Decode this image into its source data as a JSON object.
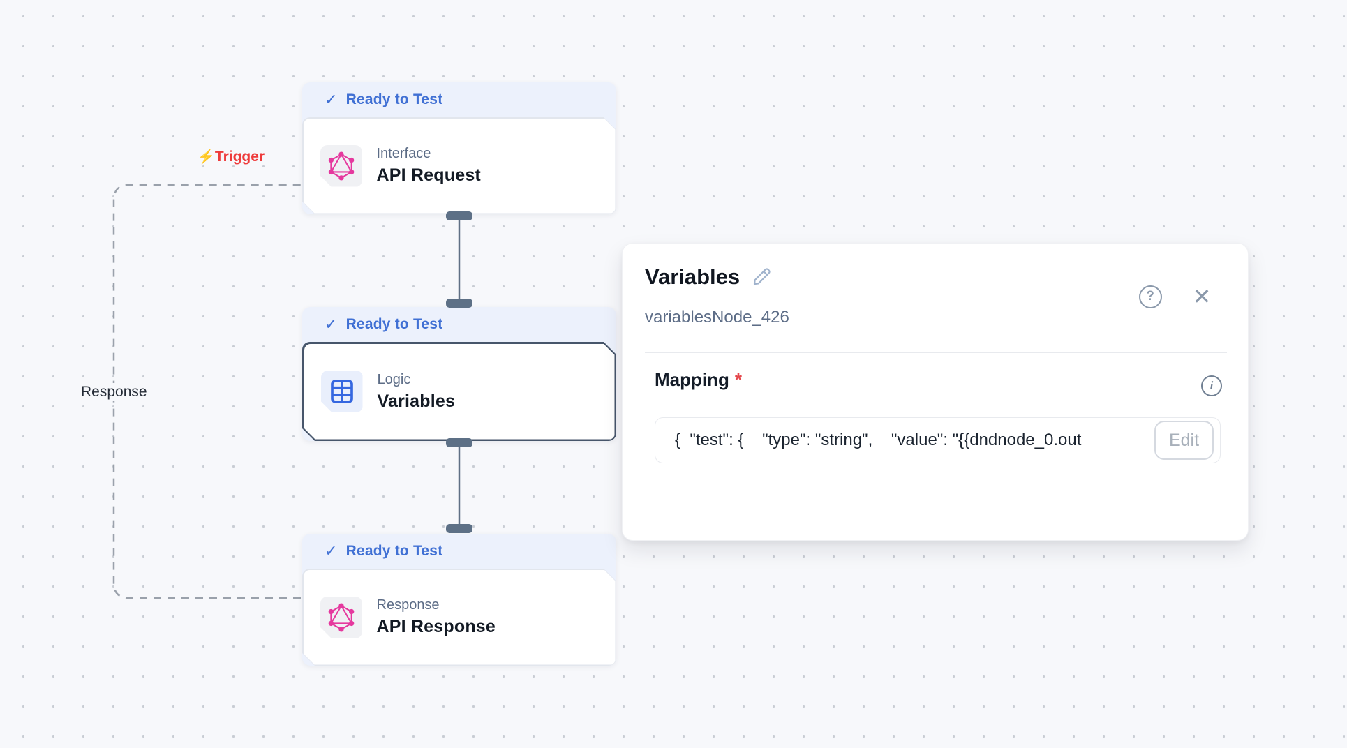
{
  "canvas": {
    "background": "#f7f8fb",
    "dot_color": "#c9cdd4"
  },
  "edge_labels": {
    "trigger": "Trigger",
    "response": "Response"
  },
  "icons": {
    "check": "✓",
    "bolt": "⚡",
    "close": "✕",
    "help": "?",
    "info": "i"
  },
  "nodes": [
    {
      "status": "Ready to Test",
      "category": "Interface",
      "title": "API Request",
      "icon": "graphql-icon",
      "selected": false
    },
    {
      "status": "Ready to Test",
      "category": "Logic",
      "title": "Variables",
      "icon": "table-icon",
      "selected": true
    },
    {
      "status": "Ready to Test",
      "category": "Response",
      "title": "API Response",
      "icon": "graphql-icon",
      "selected": false
    }
  ],
  "panel": {
    "title": "Variables",
    "subtitle": "variablesNode_426",
    "section_label": "Mapping",
    "required_marker": "*",
    "field_value": "{  \"test\": {    \"type\": \"string\",    \"value\": \"{{dndnode_0.out",
    "edit_label": "Edit"
  },
  "colors": {
    "status_blue": "#4070d4",
    "status_bg": "#ecf1fc",
    "selected_border": "#47566b",
    "graphql_pink": "#e5399e",
    "logic_blue": "#3567e0",
    "trigger_red": "#ee3b3b",
    "handle_slate": "#5d7086",
    "dashed_gray": "#9aa1ab"
  }
}
